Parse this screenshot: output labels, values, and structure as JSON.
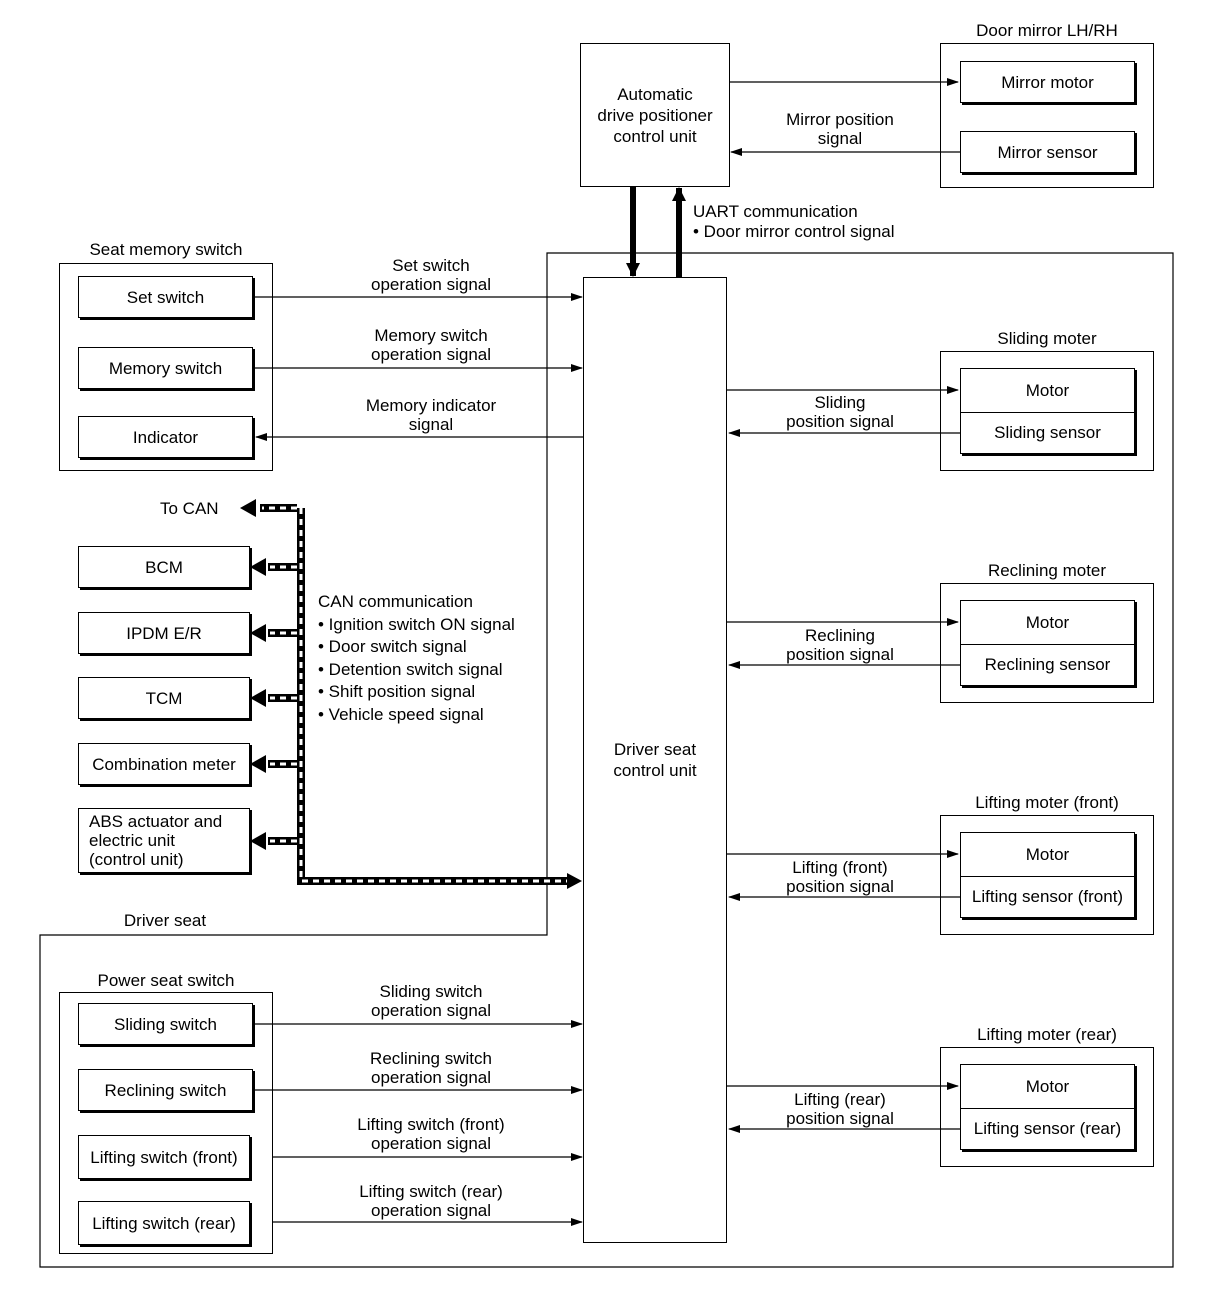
{
  "outer": {
    "driver_seat_label": "Driver seat"
  },
  "adp_unit": {
    "label": "Automatic\ndrive positioner\ncontrol unit"
  },
  "door_mirror": {
    "title": "Door mirror LH/RH",
    "mirror_motor": "Mirror motor",
    "mirror_sensor": "Mirror sensor",
    "position_signal": "Mirror position\nsignal"
  },
  "uart": {
    "text": "UART communication\n• Door mirror control  signal"
  },
  "seat_memory_switch": {
    "title": "Seat memory switch",
    "set_switch": "Set switch",
    "memory_switch": "Memory switch",
    "indicator": "Indicator",
    "set_signal": "Set switch\noperation signal",
    "memory_signal": "Memory switch\noperation signal",
    "indicator_signal": "Memory indicator\nsignal"
  },
  "can": {
    "to_can": "To CAN",
    "bcm": "BCM",
    "ipdm": "IPDM E/R",
    "tcm": "TCM",
    "combination_meter": "Combination meter",
    "abs": "ABS actuator and\nelectric unit\n (control unit)",
    "communication": "CAN communication\n• Ignition switch ON signal\n• Door switch signal\n• Detention switch signal\n• Shift position signal\n• Vehicle speed signal"
  },
  "driver_seat_unit": {
    "label": "Driver seat\ncontrol unit"
  },
  "sliding_motor": {
    "title": "Sliding moter",
    "motor": "Motor",
    "sensor": "Sliding sensor",
    "signal": "Sliding\nposition signal"
  },
  "reclining_motor": {
    "title": "Reclining moter",
    "motor": "Motor",
    "sensor": "Reclining sensor",
    "signal": "Reclining\nposition signal"
  },
  "lifting_front_motor": {
    "title": "Lifting moter (front)",
    "motor": "Motor",
    "sensor": "Lifting sensor (front)",
    "signal": "Lifting  (front)\nposition signal"
  },
  "lifting_rear_motor": {
    "title": "Lifting moter (rear)",
    "motor": "Motor",
    "sensor": "Lifting sensor (rear)",
    "signal": "Lifting (rear)\nposition  signal"
  },
  "power_seat_switch": {
    "title": "Power seat switch",
    "sliding_switch": "Sliding switch",
    "reclining_switch": "Reclining switch",
    "lifting_front_switch": "Lifting switch (front)",
    "lifting_rear_switch": "Lifting switch (rear)",
    "sliding_signal": "Sliding switch\noperation signal",
    "reclining_signal": "Reclining switch\noperation signal",
    "lifting_front_signal": "Lifting switch (front)\noperation signal",
    "lifting_rear_signal": "Lifting switch (rear)\noperation signal"
  }
}
